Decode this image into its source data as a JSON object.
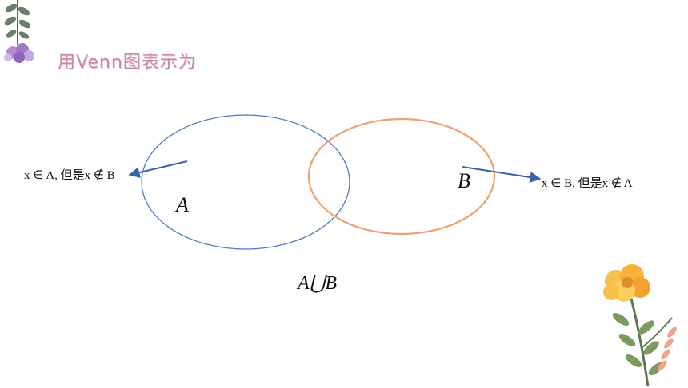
{
  "slide": {
    "title": "用Venn图表示为"
  },
  "diagram": {
    "set_a_label": "A",
    "set_b_label": "B",
    "union_label": "A⋃B",
    "left_note": "x ∈ A, 但是x ∉ B",
    "right_note": "x ∈ B, 但是x ∉ A"
  },
  "colors": {
    "circle_a": "#4a7cc7",
    "circle_b": "#f0a070",
    "arrow": "#3b62a6",
    "title": "#c98aa4"
  },
  "icons": {
    "top_left": "leaf-flower-icon",
    "bottom_right": "yellow-flower-icon"
  }
}
